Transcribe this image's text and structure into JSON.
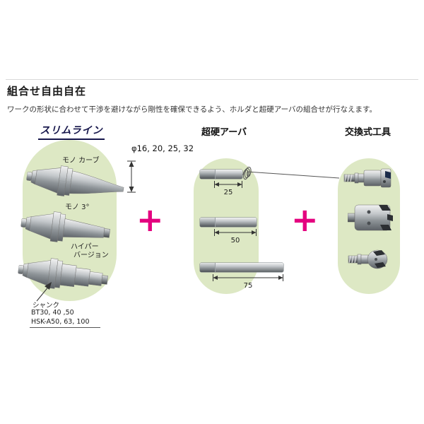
{
  "header": {
    "title": "組合せ自由自在",
    "subtitle": "ワークの形状に合わせて干渉を避けながら剛性を確保できるよう、ホルダと超硬アーバの組合せが行なえます。"
  },
  "columns": {
    "slimline": "スリムライン",
    "carbide_arbor": "超硬アーバ",
    "exchange_tool": "交換式工具"
  },
  "slimline": {
    "mono_curve": "モノ カーブ",
    "mono_3": "モノ 3°",
    "hyper_line1": "ハイパー",
    "hyper_line2": "バージョン",
    "shank_title": "シャンク",
    "shank_bt": "BT30, 40 ,50",
    "shank_hsk": "HSK-A50, 63, 100"
  },
  "arbor": {
    "diameter": "φ16, 20, 25, 32",
    "len1": "25",
    "len2": "50",
    "len3": "75"
  },
  "plus": {
    "symbol": "+"
  },
  "colors": {
    "accent": "#e4007f",
    "blob": "#dde8c4"
  }
}
